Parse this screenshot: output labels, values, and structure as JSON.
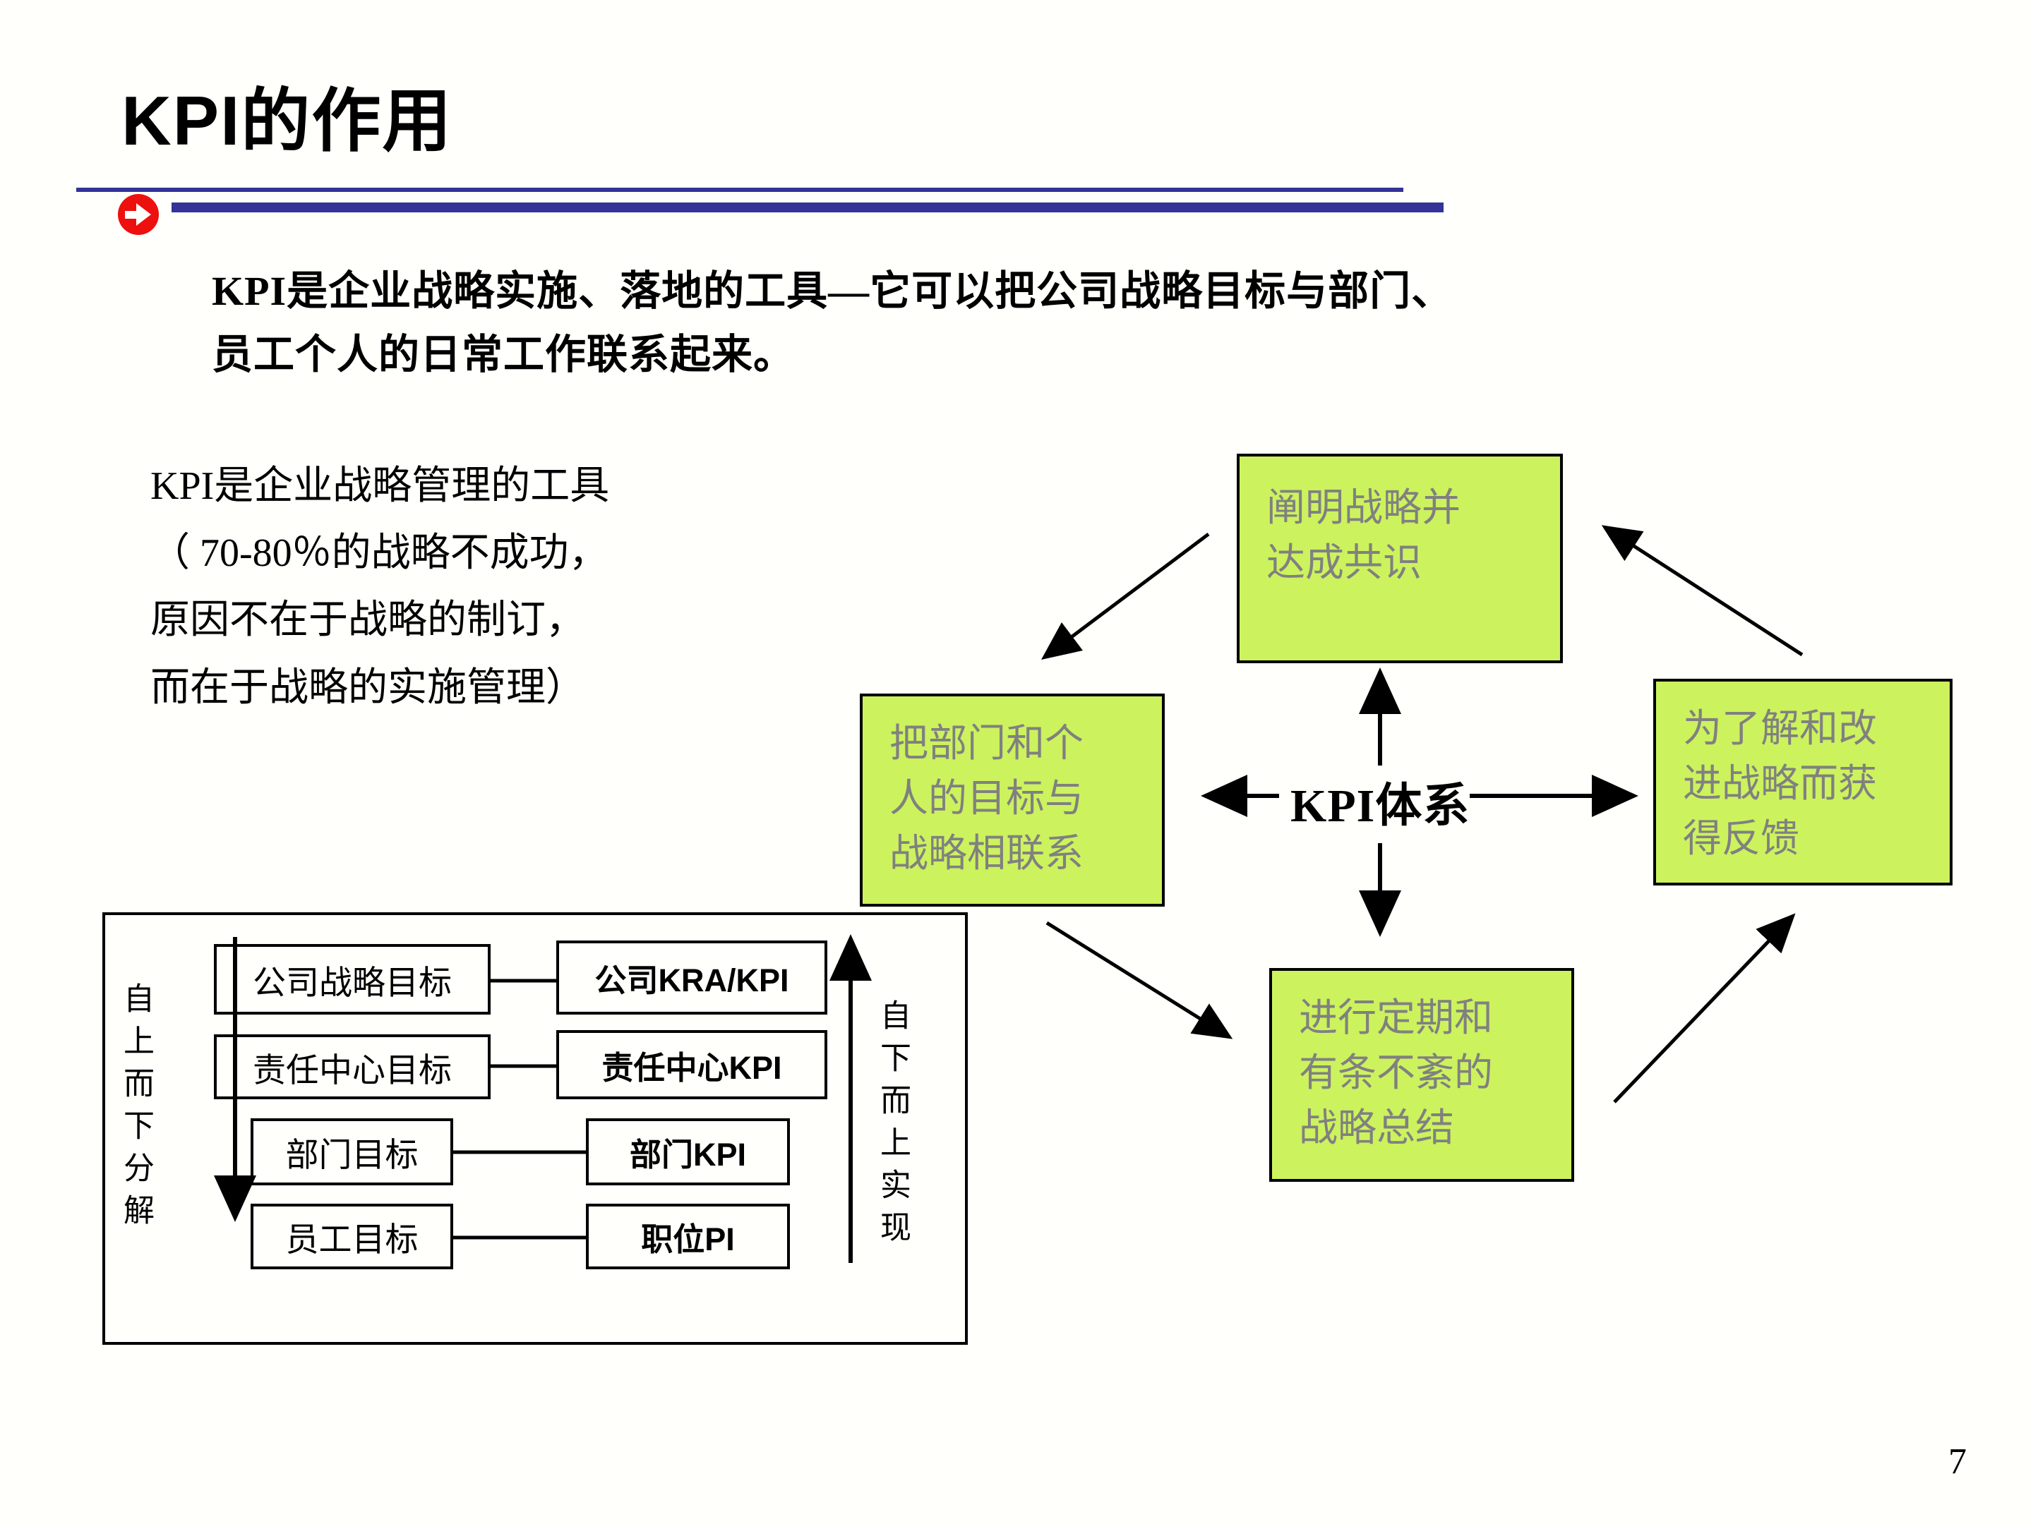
{
  "page": {
    "page_number": "7",
    "background_color": "#fffffb"
  },
  "header": {
    "title": "KPI的作用",
    "accent_line_color": "#333399",
    "bullet_icon": "red-circle-right-arrow",
    "bullet_icon_color": "#ee0f0f"
  },
  "intro": {
    "text": "KPI是企业战略实施、落地的工具—它可以把公司战略目标与部门、\n员工个人的日常工作联系起来。"
  },
  "side_note": {
    "text": "KPI是企业战略管理的工具\n（ 70-80％的战略不成功，\n原因不在于战略的制订，\n而在于战略的实施管理）"
  },
  "cycle": {
    "center_label": "KPI体系",
    "box_fill_color": "#ccf25e",
    "box_text_color": "#808080",
    "top_box": "阐明战略并\n达成共识",
    "left_box": "把部门和个\n人的目标与\n战略相联系",
    "right_box": "为了解和改\n进战略而获\n得反馈",
    "bottom_box": "进行定期和\n有条不紊的\n战略总结"
  },
  "hierarchy": {
    "left_axis_label": "自上而下分解",
    "right_axis_label": "自下而上实现",
    "rows": [
      {
        "goal": "公司战略目标",
        "kpi": "公司KRA/KPI"
      },
      {
        "goal": "责任中心目标",
        "kpi": "责任中心KPI"
      },
      {
        "goal": "部门目标",
        "kpi": "部门KPI"
      },
      {
        "goal": "员工目标",
        "kpi": "职位PI"
      }
    ]
  }
}
